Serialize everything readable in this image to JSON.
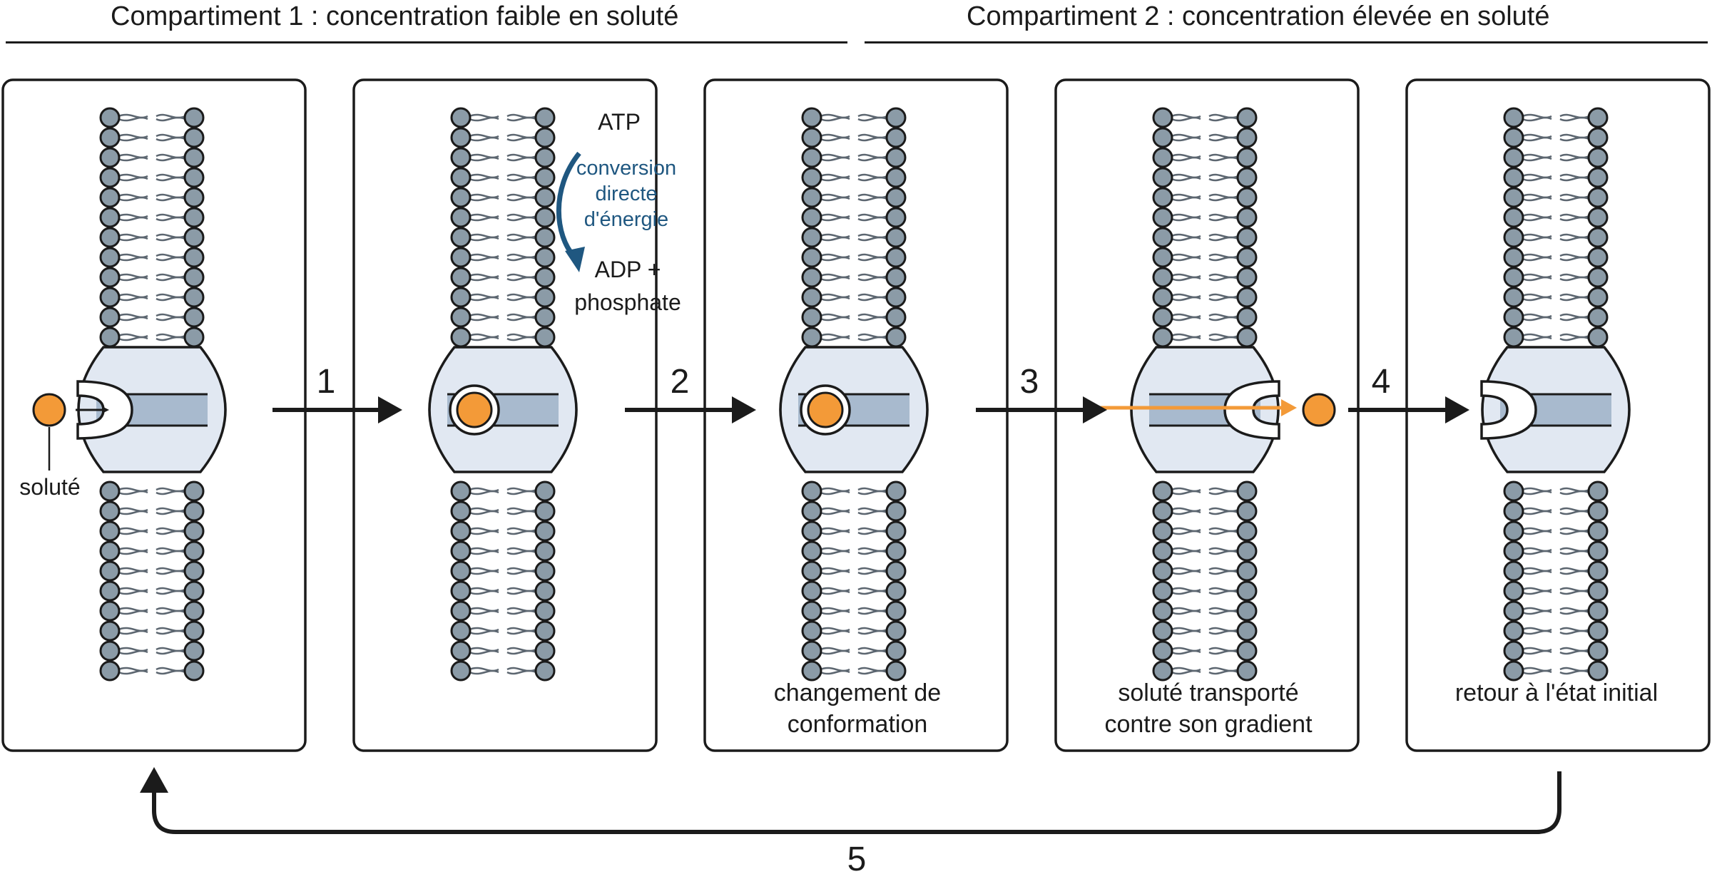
{
  "headers": {
    "compartment1": "Compartiment 1 : concentration faible en soluté",
    "compartment2": "Compartiment 2 : concentration élevée en soluté"
  },
  "panels": [
    {
      "id": "p1",
      "state": "open-left",
      "caption": ""
    },
    {
      "id": "p2",
      "state": "bound",
      "caption": ""
    },
    {
      "id": "p3",
      "state": "bound",
      "caption": "changement de conformation"
    },
    {
      "id": "p4",
      "state": "open-right",
      "caption": "soluté transporté contre son gradient"
    },
    {
      "id": "p5",
      "state": "open-left",
      "caption": "retour à l'état initial"
    }
  ],
  "captions": {
    "p3_line1": "changement de",
    "p3_line2": "conformation",
    "p4_line1": "soluté transporté",
    "p4_line2": "contre son gradient",
    "p5": "retour à l'état initial"
  },
  "labels": {
    "solute": "soluté",
    "atp": "ATP",
    "conversion_line1": "conversion",
    "conversion_line2": "directe",
    "conversion_line3": "d'énergie",
    "adp_line1": "ADP +",
    "adp_line2": "phosphate"
  },
  "steps": [
    "1",
    "2",
    "3",
    "4",
    "5"
  ],
  "colors": {
    "lipid_head": "#8b9ba7",
    "protein_fill": "#e1e8f2",
    "channel_fill": "#a8bace",
    "solute": "#f39a38",
    "energy_arrow": "#1f5780",
    "outline": "#1b1b1b"
  }
}
